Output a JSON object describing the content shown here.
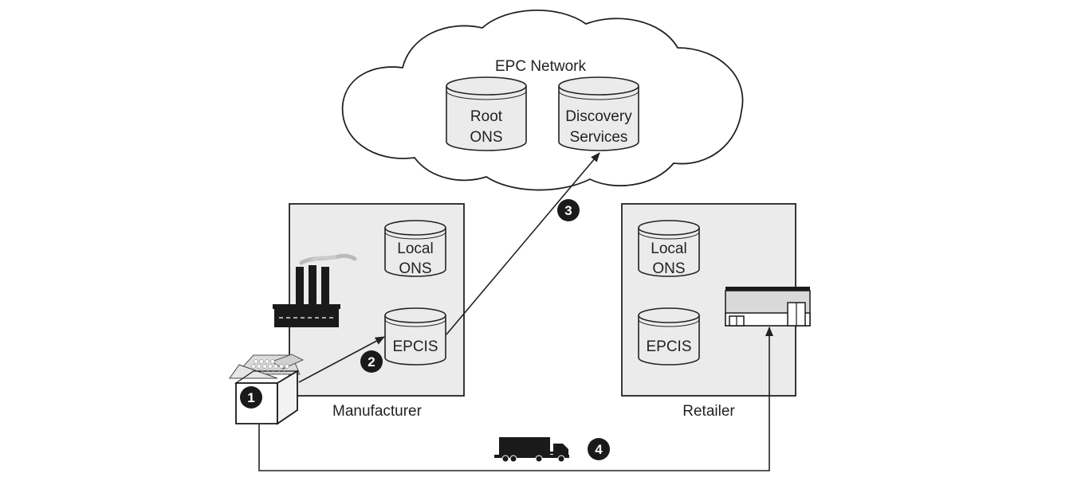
{
  "cloud": {
    "title": "EPC Network"
  },
  "cloud_db": {
    "root_ons": {
      "line1": "Root",
      "line2": "ONS"
    },
    "discovery": {
      "line1": "Discovery",
      "line2": "Services"
    }
  },
  "manufacturer": {
    "label": "Manufacturer",
    "local_ons": {
      "line1": "Local",
      "line2": "ONS"
    },
    "epcis": "EPCIS"
  },
  "retailer": {
    "label": "Retailer",
    "local_ons": {
      "line1": "Local",
      "line2": "ONS"
    },
    "epcis": "EPCIS"
  },
  "steps": [
    "1",
    "2",
    "3",
    "4"
  ],
  "colors": {
    "box_fill": "#ebebeb",
    "stroke": "#222222",
    "badge": "#1a1a1a",
    "cloud_fill": "#ffffff"
  },
  "icons": [
    "factory-icon",
    "product-box-icon",
    "truck-icon",
    "store-icon"
  ]
}
